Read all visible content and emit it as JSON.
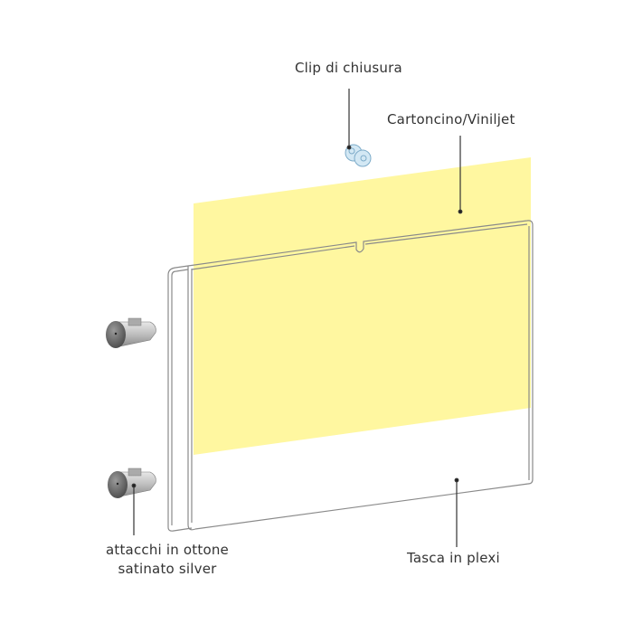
{
  "labels": {
    "clip": "Clip di chiusura",
    "card": "Cartoncino/Viniljet",
    "fixture_line1": "attacchi in ottone",
    "fixture_line2": "satinato silver",
    "pocket": "Tasca in plexi"
  },
  "colors": {
    "sheet": "#fff7a0",
    "clip": "#cfe6f3",
    "fixture": "#707070",
    "line": "#333333"
  }
}
